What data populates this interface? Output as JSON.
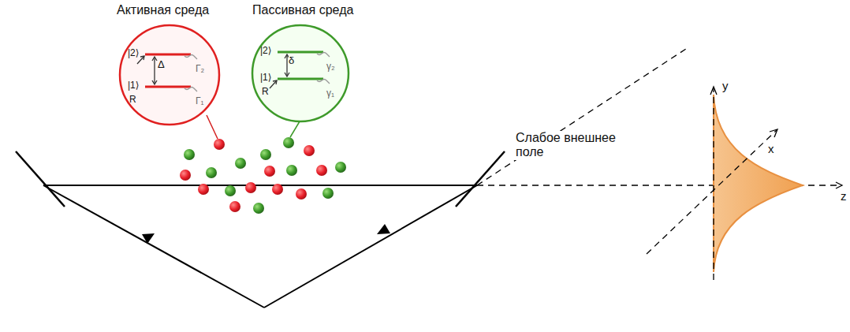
{
  "diagram": {
    "nodes": [
      {
        "text": [
          "Активная среда",
          "|2⟩",
          "|1⟩",
          "R",
          "Δ",
          "Γ₂",
          "Γ₁"
        ]
      },
      {
        "text": [
          "Пассивная среда",
          "|2⟩",
          "|1⟩",
          "R",
          "δ",
          "γ₂",
          "γ₁"
        ]
      }
    ],
    "edges": [],
    "labels": [
      "Слабое внешнее поле",
      "y",
      "x",
      "z"
    ]
  }
}
